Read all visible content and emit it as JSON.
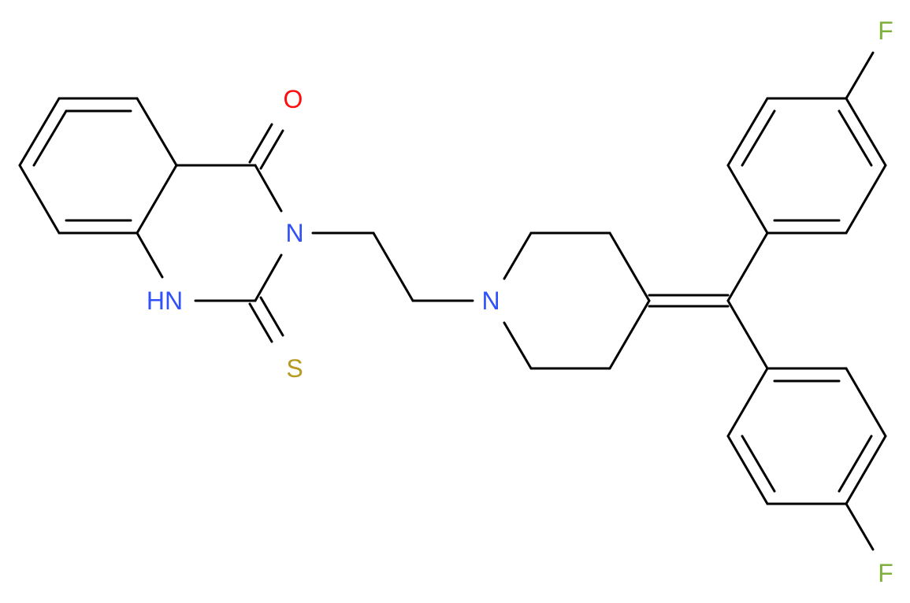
{
  "atoms": {
    "o": "O",
    "n3": "N",
    "nh": "HN",
    "s": "S",
    "n_pip": "N",
    "f_top": "F",
    "f_bottom": "F"
  },
  "colors": {
    "bond": "#000000",
    "O": "#ff0d0d",
    "N": "#3050f8",
    "S": "#b59a1f",
    "F": "#7fb03a"
  }
}
